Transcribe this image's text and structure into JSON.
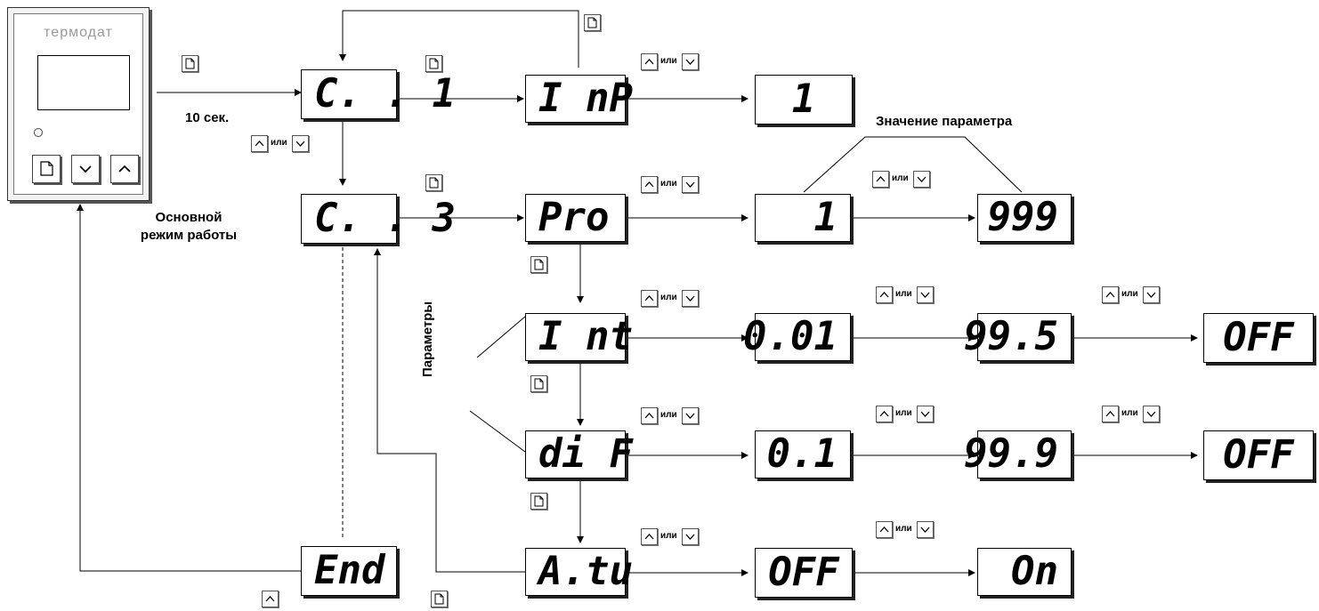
{
  "device": {
    "brand": "термодат"
  },
  "labels": {
    "ten_sec": "10 сек.",
    "main_mode_line1": "Основной",
    "main_mode_line2": "режим работы",
    "param_value": "Значение параметра",
    "params": "Параметры",
    "or": "или"
  },
  "displays": {
    "c1": "С. . 1",
    "c3": "С. . 3",
    "inp": "I nP",
    "inp_val": "1",
    "pro": "Pro",
    "pro_min": "1",
    "pro_max": "999",
    "int": "I nt",
    "int_min": "0.01",
    "int_max": "99.5",
    "int_off": "OFF",
    "dif": "di F",
    "dif_min": "0.1",
    "dif_max": "99.9",
    "dif_off": "OFF",
    "atu": "A.tu",
    "atu_off": "OFF",
    "atu_on": "On",
    "end": "End"
  },
  "icons": {
    "prog_key": "program-key-icon",
    "up_key": "up-arrow-key-icon",
    "down_key": "down-arrow-key-icon"
  },
  "colors": {
    "line": "#000000",
    "display_border": "#000000"
  }
}
